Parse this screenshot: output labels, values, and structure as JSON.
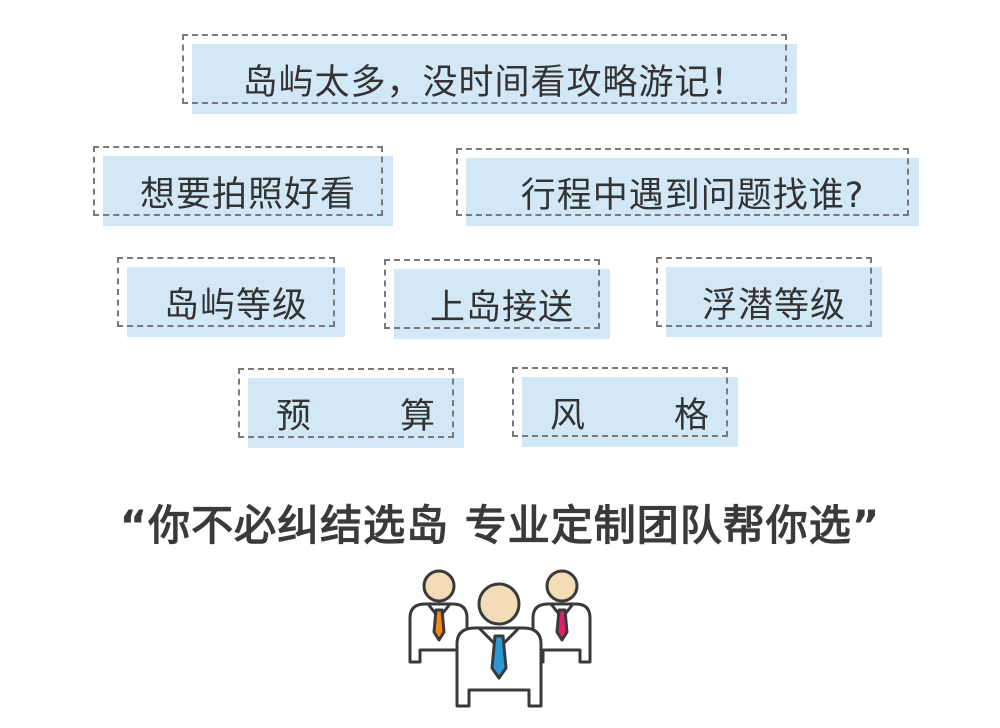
{
  "tags": {
    "t1": "岛屿太多，没时间看攻略游记！",
    "t2": "想要拍照好看",
    "t3": "行程中遇到问题找谁?",
    "t4": "岛屿等级",
    "t5": "上岛接送",
    "t6": "浮潜等级",
    "t7a": "预",
    "t7b": "算",
    "t8a": "风",
    "t8b": "格"
  },
  "tagline": "“你不必纠结选岛 专业定制团队帮你选”",
  "icons": {
    "team": "team-people-icon"
  },
  "colors": {
    "tag_fill": "#d3e8f6",
    "tie_left": "#f08a1c",
    "tie_center": "#2a9ad6",
    "tie_right": "#e0206a",
    "head": "#f3dcb6"
  }
}
